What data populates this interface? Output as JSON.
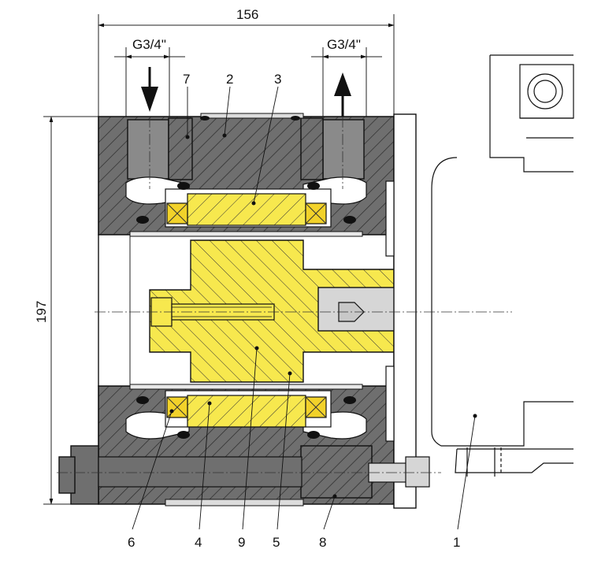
{
  "dimensions": {
    "width_label": "156",
    "height_label": "197",
    "port_left_label": "G3/4\"",
    "port_right_label": "G3/4\""
  },
  "callouts": [
    "1",
    "2",
    "3",
    "4",
    "5",
    "6",
    "7",
    "8",
    "9"
  ],
  "colors": {
    "housing": "#6f6f6f",
    "rotor_yellow": "#f7e84e",
    "seal_yellow": "#f2d22a",
    "line": "#111111"
  }
}
